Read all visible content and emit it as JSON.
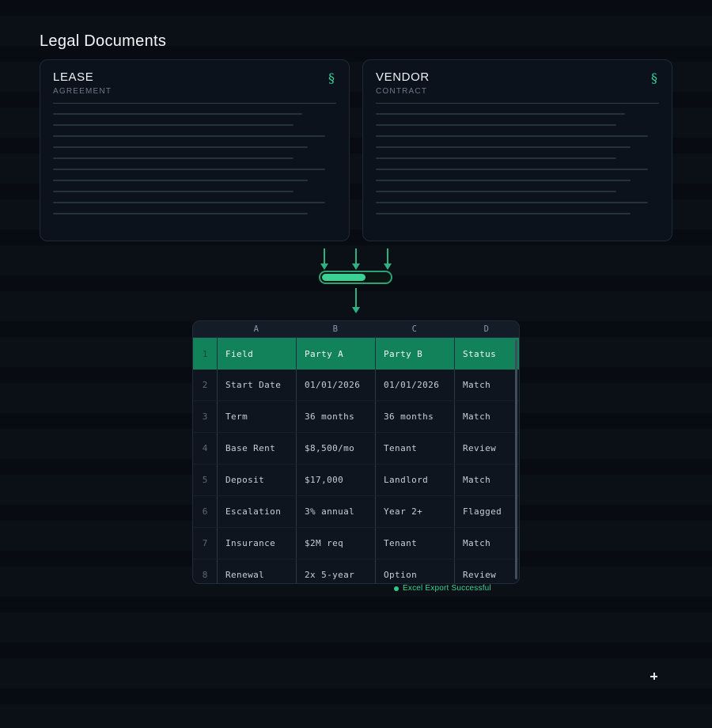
{
  "page": {
    "title": "Legal Documents"
  },
  "colors": {
    "accent_green": "#35d49e",
    "progress_fill": "#3ad395",
    "header_row_green": "#12825b",
    "status_green": "#3bd492",
    "page_background": "#090d14"
  },
  "documents": [
    {
      "title": "LEASE",
      "subtitle": "AGREEMENT",
      "icon": "section-sign-icon",
      "icon_glyph": "§",
      "lines": [
        88,
        85,
        96,
        90,
        85,
        96,
        90,
        85,
        96,
        90
      ]
    },
    {
      "title": "VENDOR",
      "subtitle": "CONTRACT",
      "icon": "section-sign-icon",
      "icon_glyph": "§",
      "lines": [
        88,
        85,
        96,
        90,
        85,
        96,
        90,
        85,
        96,
        90
      ]
    }
  ],
  "flow": {
    "progress_percent": 65
  },
  "spreadsheet": {
    "column_letters": [
      "A",
      "B",
      "C",
      "D"
    ],
    "header_row": {
      "number": "1",
      "cells": [
        "Field",
        "Party A",
        "Party B",
        "Status"
      ]
    },
    "rows": [
      {
        "number": "2",
        "cells": [
          "Start Date",
          "01/01/2026",
          "01/01/2026",
          "Match"
        ]
      },
      {
        "number": "3",
        "cells": [
          "Term",
          "36 months",
          "36 months",
          "Match"
        ]
      },
      {
        "number": "4",
        "cells": [
          "Base Rent",
          "$8,500/mo",
          "Tenant",
          "Review"
        ]
      },
      {
        "number": "5",
        "cells": [
          "Deposit",
          "$17,000",
          "Landlord",
          "Match"
        ]
      },
      {
        "number": "6",
        "cells": [
          "Escalation",
          "3% annual",
          "Year 2+",
          "Flagged"
        ]
      },
      {
        "number": "7",
        "cells": [
          "Insurance",
          "$2M req",
          "Tenant",
          "Match"
        ]
      },
      {
        "number": "8",
        "cells": [
          "Renewal",
          "2x 5-year",
          "Option",
          "Review"
        ]
      }
    ]
  },
  "status": {
    "label": "Excel Export Successful"
  }
}
